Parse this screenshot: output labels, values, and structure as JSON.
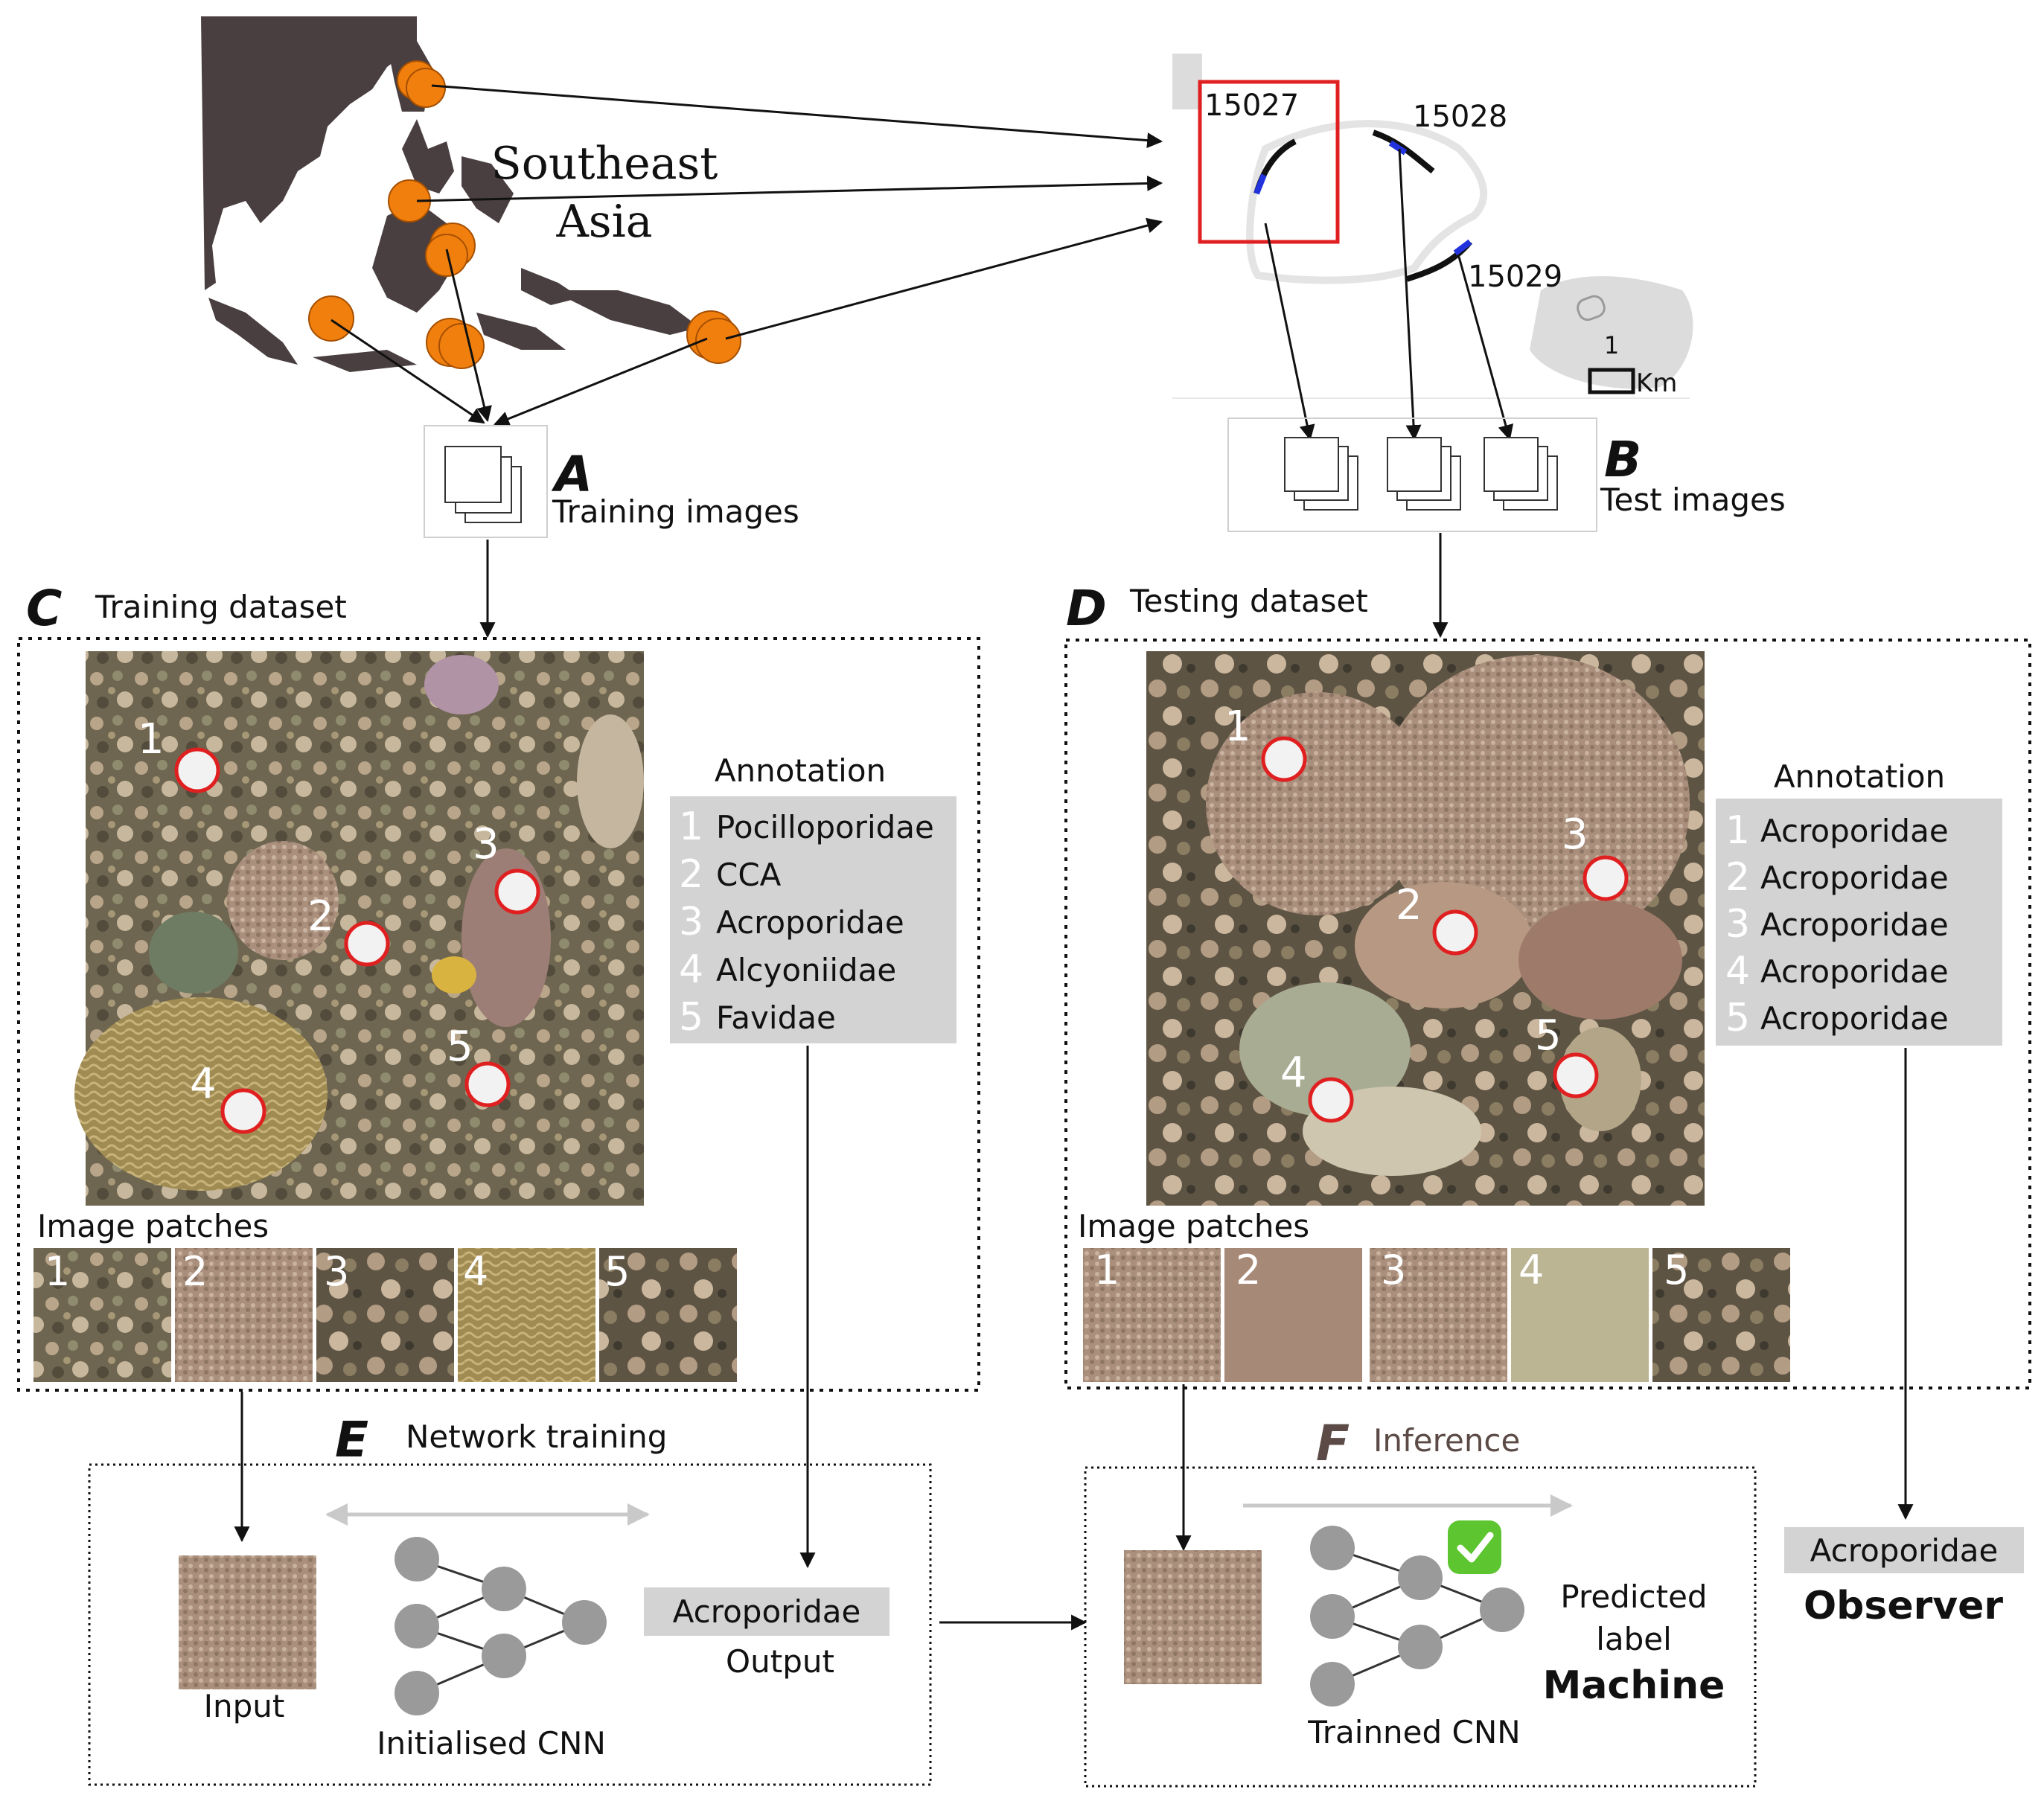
{
  "map_sea": {
    "region_line1": "Southeast",
    "region_line2": "Asia"
  },
  "reef_map": {
    "transects": [
      "15027",
      "15028",
      "15029"
    ],
    "scale_value": "1",
    "scale_unit": "Km"
  },
  "panels": {
    "A": {
      "letter": "A",
      "caption": "Training images"
    },
    "B": {
      "letter": "B",
      "caption": "Test images"
    },
    "C": {
      "letter": "C",
      "title": "Training dataset",
      "annotation_header": "Annotation",
      "annotations": [
        {
          "num": "1",
          "label": "Pocilloporidae"
        },
        {
          "num": "2",
          "label": "CCA"
        },
        {
          "num": "3",
          "label": "Acroporidae"
        },
        {
          "num": "4",
          "label": "Alcyoniidae"
        },
        {
          "num": "5",
          "label": "Favidae"
        }
      ],
      "patches_label": "Image patches",
      "patch_numbers": [
        "1",
        "2",
        "3",
        "4",
        "5"
      ]
    },
    "D": {
      "letter": "D",
      "title": "Testing dataset",
      "annotation_header": "Annotation",
      "annotations": [
        {
          "num": "1",
          "label": "Acroporidae"
        },
        {
          "num": "2",
          "label": "Acroporidae"
        },
        {
          "num": "3",
          "label": "Acroporidae"
        },
        {
          "num": "4",
          "label": "Acroporidae"
        },
        {
          "num": "5",
          "label": "Acroporidae"
        }
      ],
      "patches_label": "Image patches",
      "patch_numbers": [
        "1",
        "2",
        "3",
        "4",
        "5"
      ]
    },
    "E": {
      "letter": "E",
      "title": "Network training",
      "input_label": "Input",
      "cnn_label": "Initialised CNN",
      "output_value": "Acroporidae",
      "output_label": "Output"
    },
    "F": {
      "letter": "F",
      "title": "Inference",
      "predicted_line1": "Predicted",
      "predicted_line2": "label",
      "machine_label": "Machine",
      "cnn_label": "Trainned CNN"
    }
  },
  "observer": {
    "value": "Acroporidae",
    "label": "Observer"
  },
  "colors": {
    "site_marker": "#f07f0e",
    "transect_box": "#e02020",
    "point_marker": "#e02020",
    "annotation_bg": "#d3d3d3",
    "land": "#4a3f40",
    "node": "#9a9a9a",
    "check": "#5cc52f",
    "arrow_light": "#c9c9c9"
  }
}
